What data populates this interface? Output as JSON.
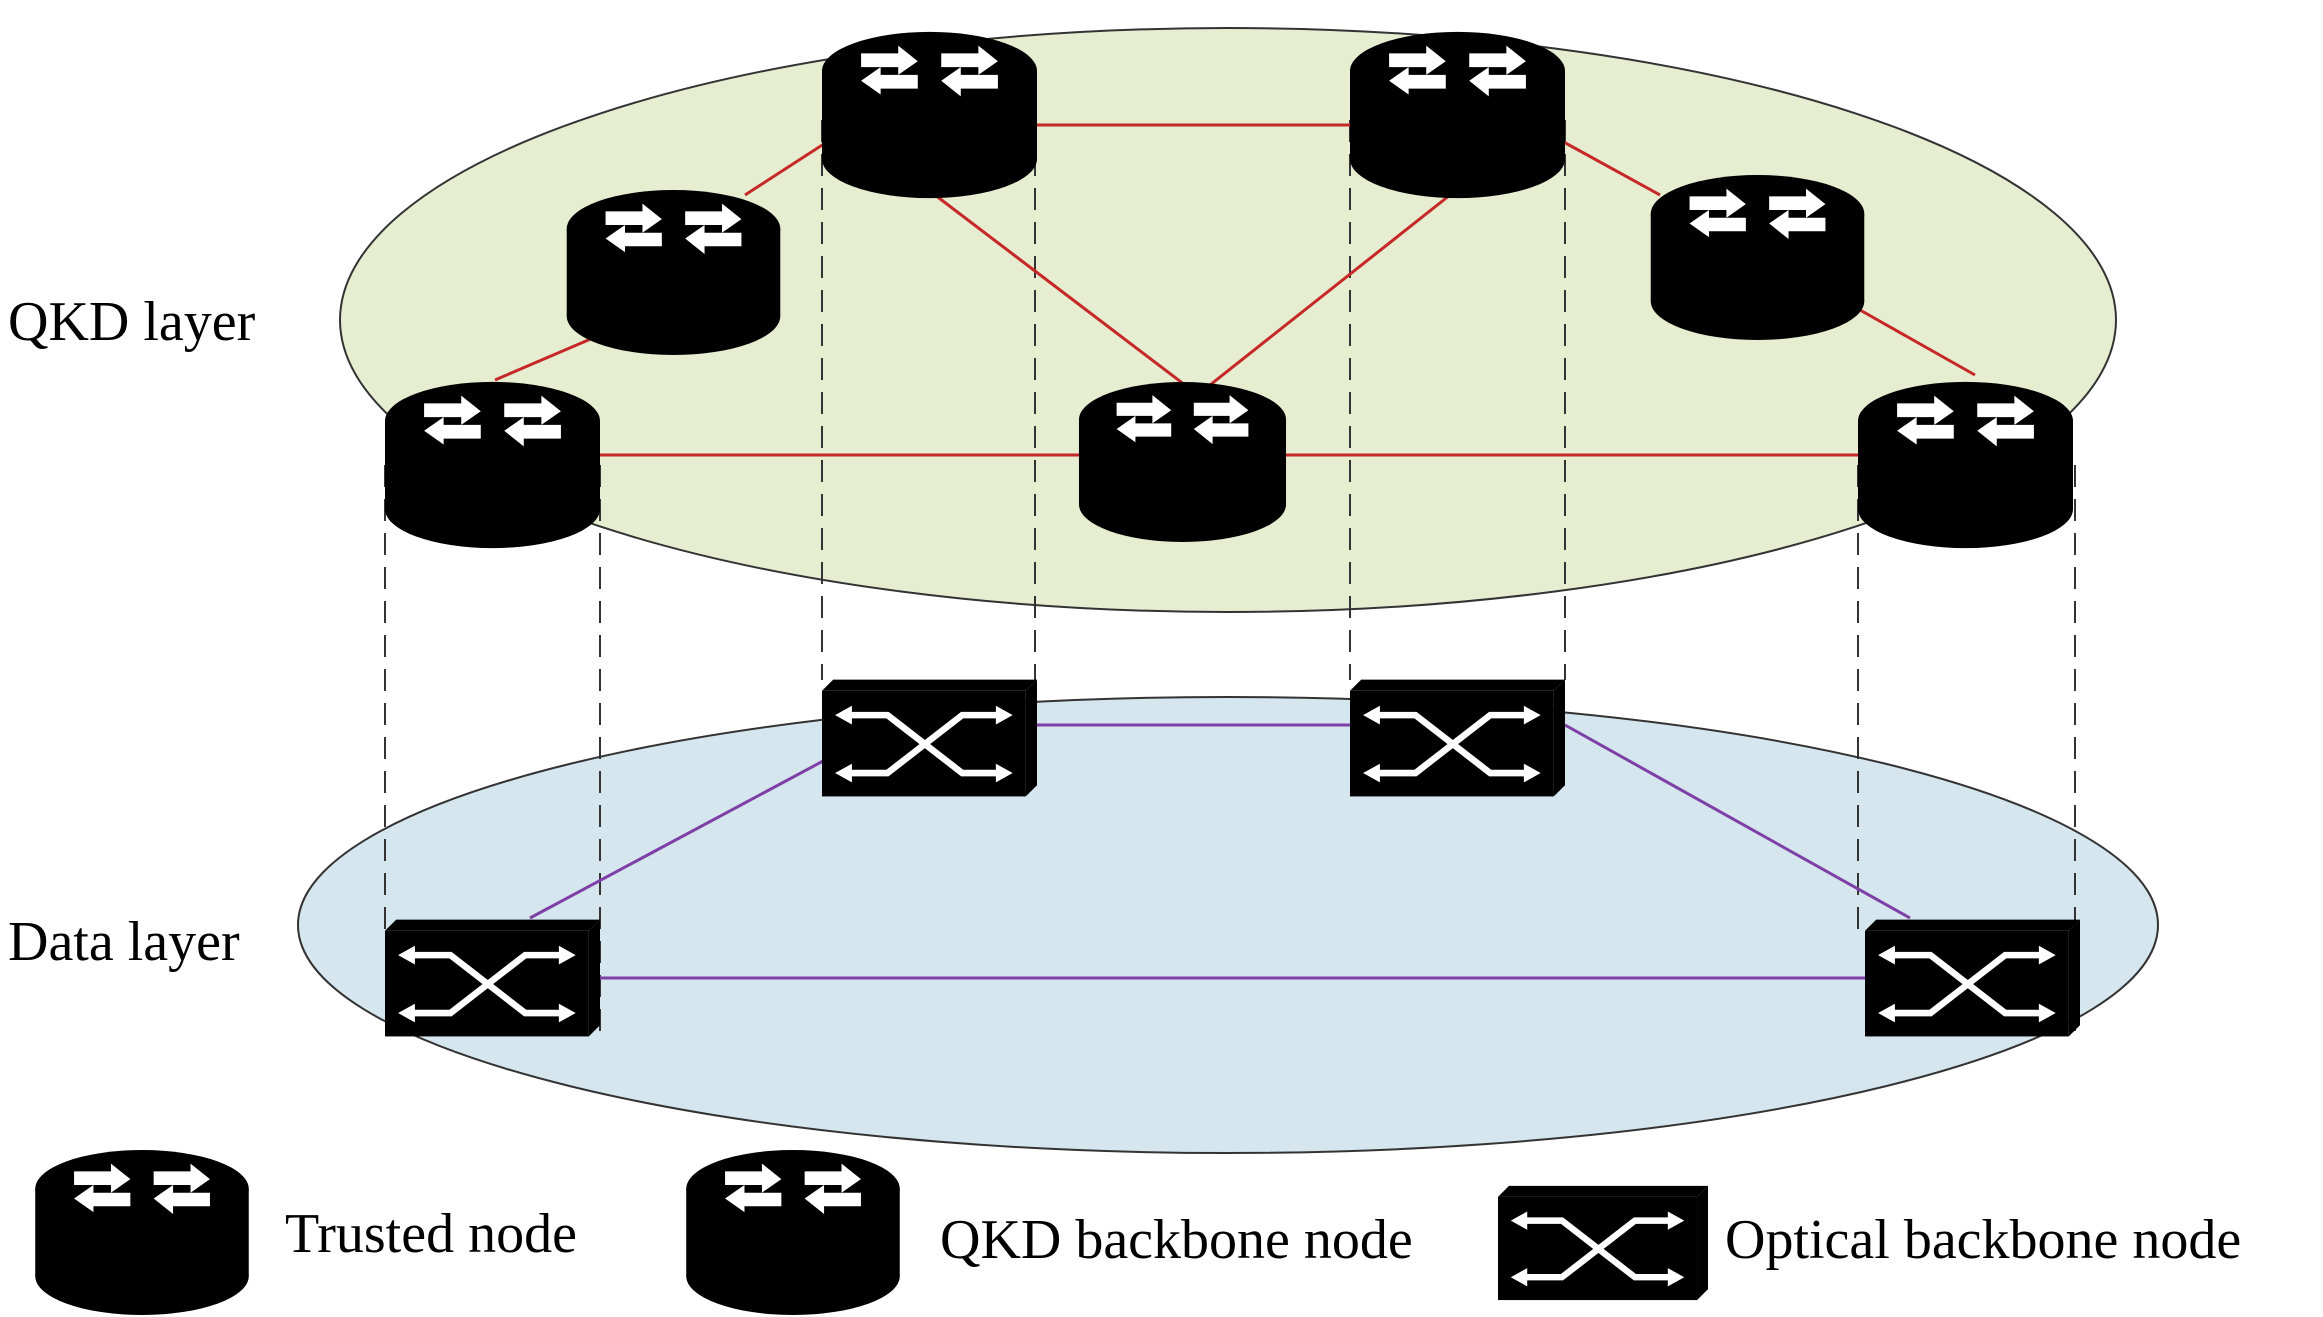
{
  "layers": {
    "qkd_label": "QKD layer",
    "data_label": "Data layer"
  },
  "legend": {
    "trusted": "Trusted node",
    "qkd_backbone": "QKD backbone node",
    "optical_backbone": "Optical backbone node"
  },
  "colors": {
    "qkd_layer_fill": "#e6edd0",
    "data_layer_fill": "#d5e6ee",
    "trusted_node": "#05733b",
    "qkd_backbone_node": "#8f86ba",
    "optical_switch": "#2c4a80",
    "qkd_link": "#c62828",
    "data_link": "#7e3fa6"
  },
  "icons": {
    "trusted": "router-icon",
    "qkd_backbone": "router-icon",
    "optical_backbone": "optical-switch-icon"
  }
}
